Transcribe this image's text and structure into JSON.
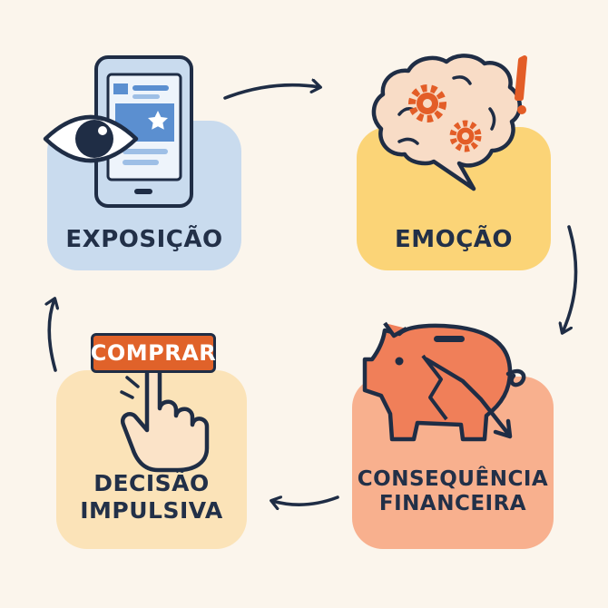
{
  "steps": [
    {
      "label": "EXPOSIÇÃO",
      "icon": "smartphone-eye-icon",
      "color": "#c9dbee"
    },
    {
      "label": "EMOÇÃO",
      "icon": "brain-gears-icon",
      "color": "#fbd477"
    },
    {
      "label": "CONSEQUÊNCIA\nFINANCEIRA",
      "icon": "broken-piggy-bank-icon",
      "color": "#f8b08e"
    },
    {
      "label": "DECISÃO\nIMPULSIVA",
      "icon": "hand-click-icon",
      "color": "#fbe3b8"
    }
  ],
  "buy_button": {
    "label": "COMPRAR",
    "color": "#e0622a"
  },
  "colors": {
    "ink": "#1f2d45",
    "background": "#fbf5ec",
    "accent": "#ee8460"
  }
}
